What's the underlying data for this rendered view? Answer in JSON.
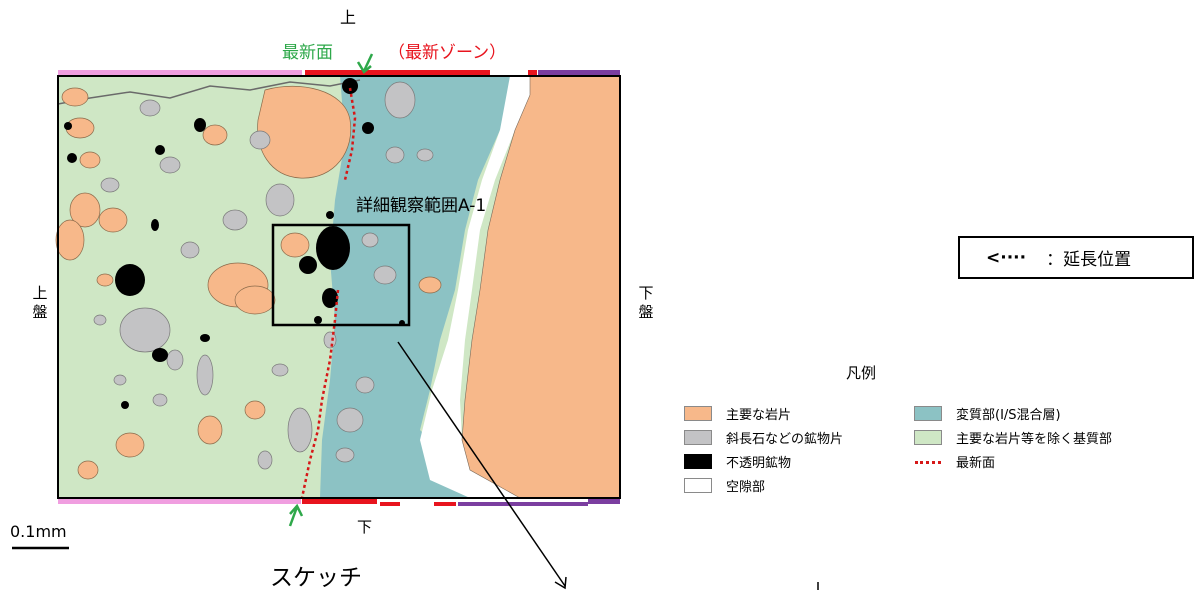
{
  "labels": {
    "top": "上",
    "bottom": "下",
    "left_side": "上盤",
    "right_side": "下盤",
    "newest_surface": "最新面",
    "newest_zone": "（最新ゾーン）",
    "detail_area": "詳細観察範囲A-1",
    "scale": "0.1mm",
    "sketch": "スケッチ"
  },
  "extension_box": {
    "arrow": "<····",
    "text": "：延長位置"
  },
  "legend": {
    "title": "凡例",
    "items": [
      {
        "label": "主要な岩片",
        "color": "#f7b88a"
      },
      {
        "label": "斜長石などの鉱物片",
        "color": "#c3c3c5"
      },
      {
        "label": "不透明鉱物",
        "color": "#000000"
      },
      {
        "label": "空隙部",
        "color": "#ffffff"
      },
      {
        "label": "変質部(I/S混合層)",
        "color": "#8cc2c4"
      },
      {
        "label": "主要な岩片等を除く基質部",
        "color": "#cfe7c5"
      },
      {
        "label": "最新面",
        "color": "#d61818"
      }
    ]
  },
  "colors": {
    "rock_fragment": "#f7b88a",
    "mineral_fragment": "#c3c3c5",
    "opaque_mineral": "#000000",
    "void": "#ffffff",
    "altered_zone": "#8cc2c4",
    "matrix": "#cfe7c5",
    "newest_surface": "#d61818",
    "pink_bar": "#f09ee0",
    "red_bar": "#e8141e",
    "purple_bar": "#7b3ea0",
    "green_arrow": "#2ea84a"
  }
}
